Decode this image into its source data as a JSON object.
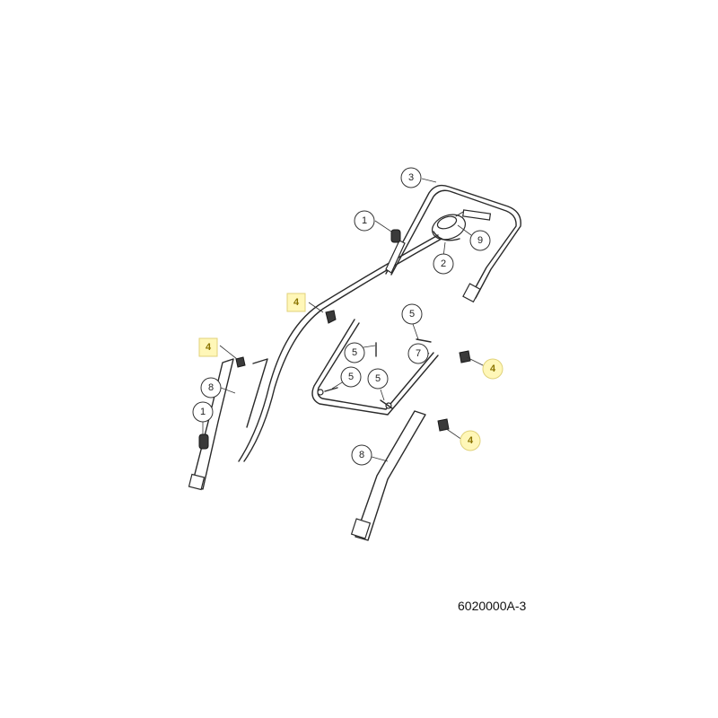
{
  "drawing_number": "6020000A-3",
  "callouts": [
    "3",
    "1",
    "9",
    "2",
    "4",
    "5",
    "5",
    "7",
    "4",
    "4",
    "5",
    "5",
    "8",
    "1",
    "4",
    "8"
  ]
}
